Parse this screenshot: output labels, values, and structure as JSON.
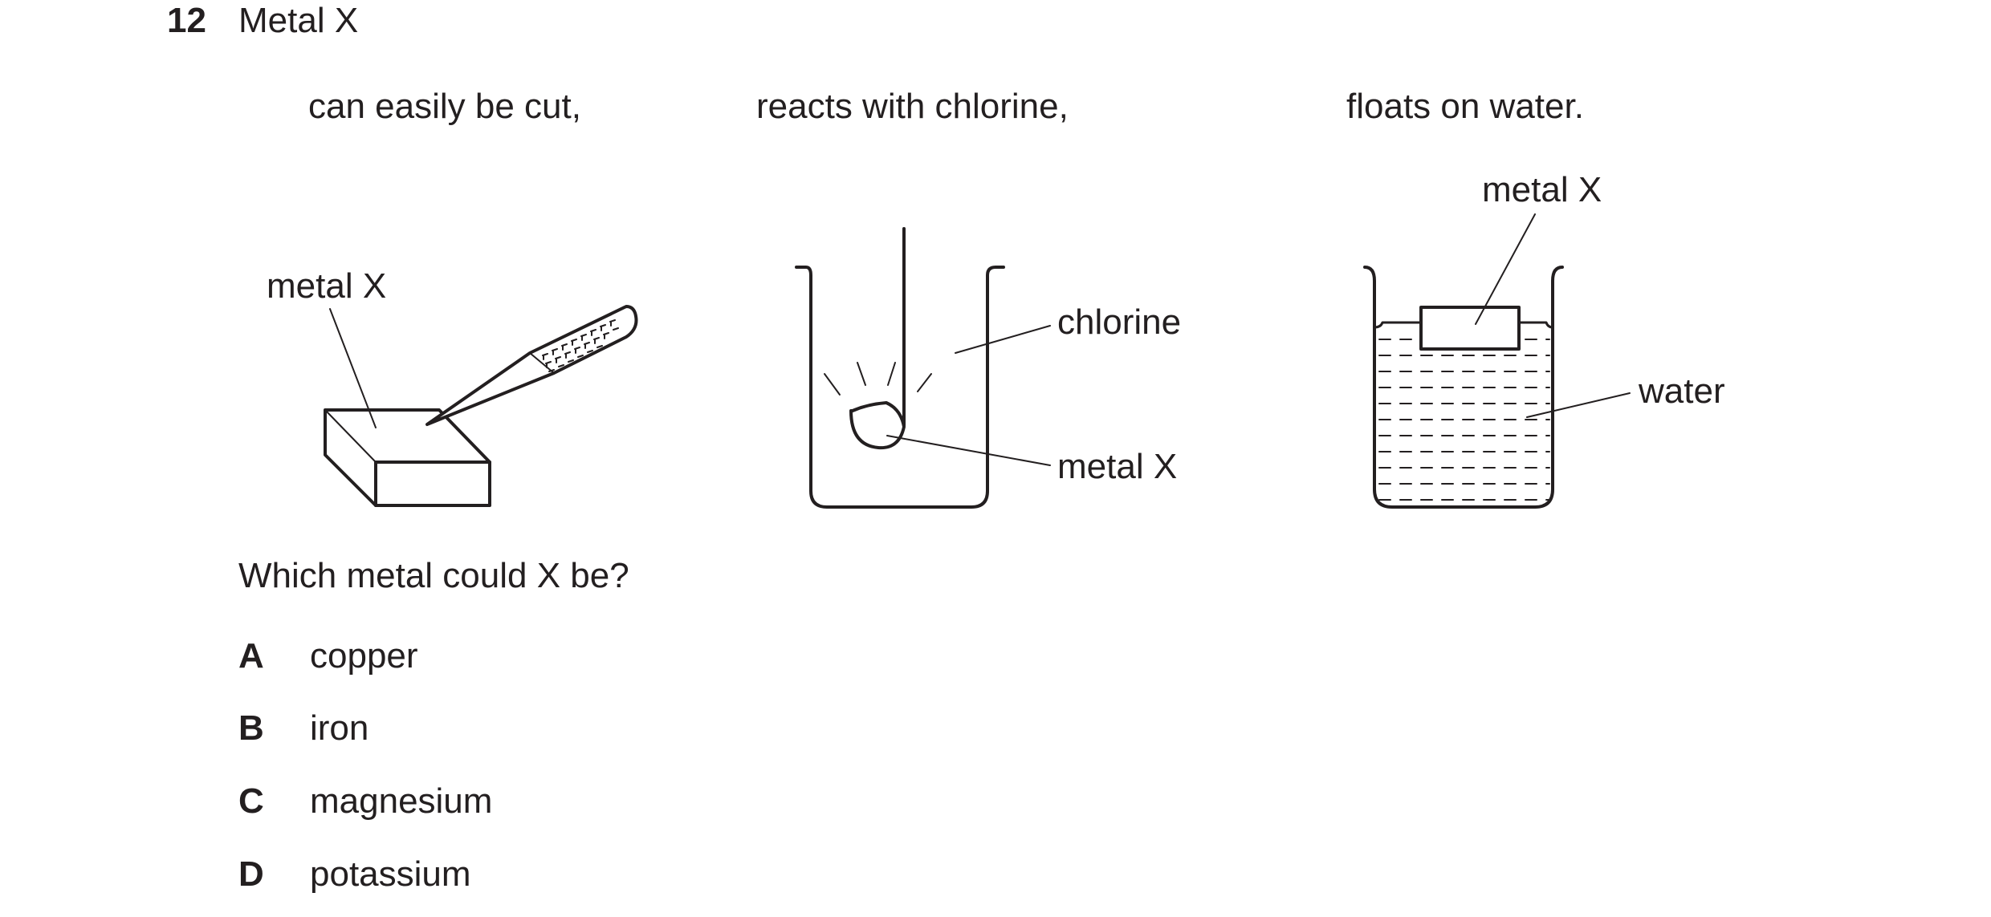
{
  "question": {
    "number": "12",
    "stem": "Metal X",
    "properties": [
      "can easily be cut,",
      "reacts with chlorine,",
      "floats on water."
    ],
    "prompt": "Which metal could X be?",
    "options": [
      {
        "letter": "A",
        "text": "copper"
      },
      {
        "letter": "B",
        "text": "iron"
      },
      {
        "letter": "C",
        "text": "magnesium"
      },
      {
        "letter": "D",
        "text": "potassium"
      }
    ]
  },
  "diagrams": {
    "cut": {
      "label": "metal X"
    },
    "chlorine": {
      "label_gas": "chlorine",
      "label_metal": "metal X"
    },
    "water": {
      "label_metal": "metal X",
      "label_water": "water"
    }
  }
}
